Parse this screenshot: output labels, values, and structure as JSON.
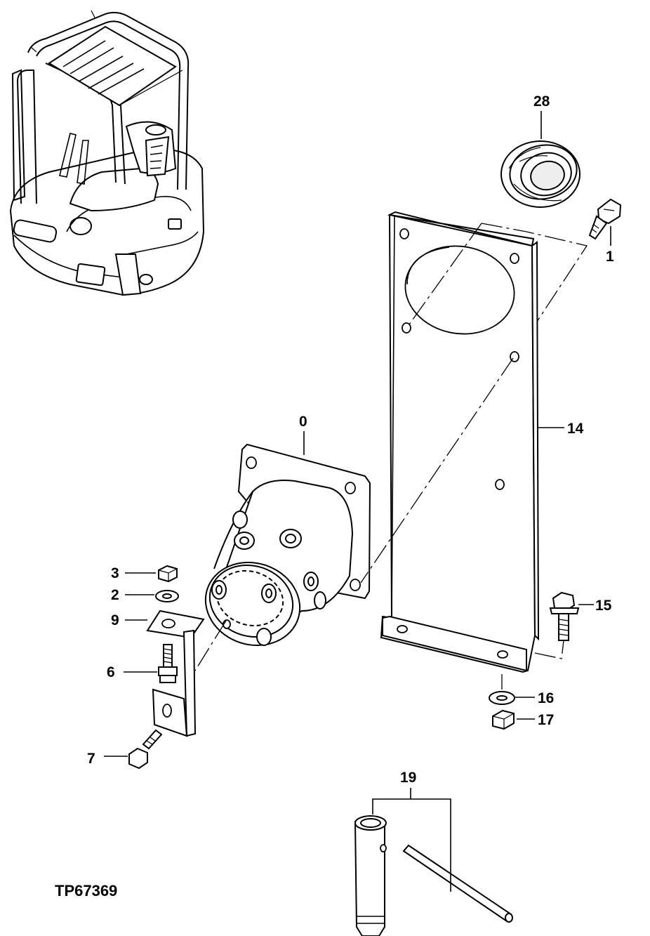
{
  "figure_id": "TP67369",
  "callouts": {
    "c28": "28",
    "c1": "1",
    "c14": "14",
    "c0": "0",
    "c3": "3",
    "c2": "2",
    "c9": "9",
    "c6": "6",
    "c7": "7",
    "c15": "15",
    "c16": "16",
    "c17": "17",
    "c19": "19"
  }
}
